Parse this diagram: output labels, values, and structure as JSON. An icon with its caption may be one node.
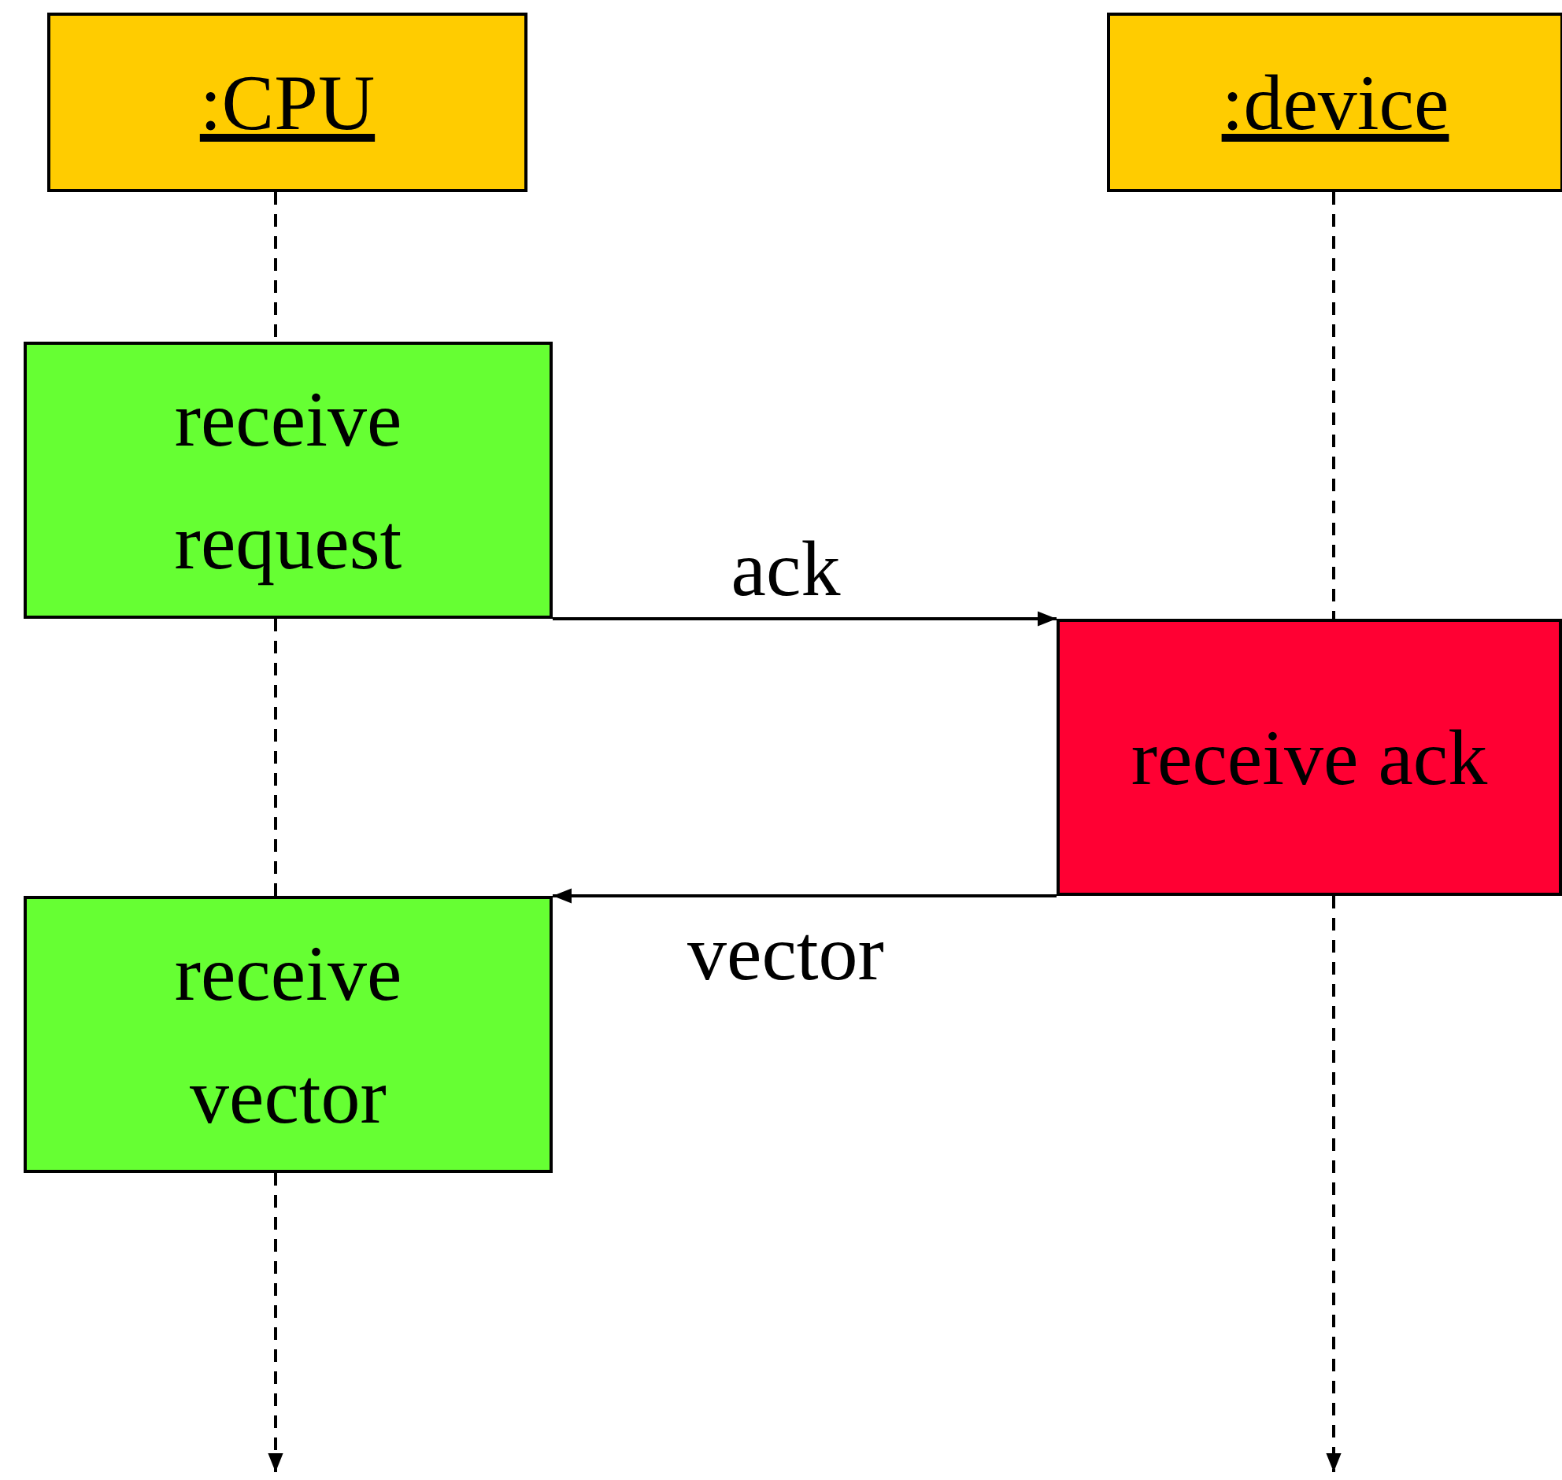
{
  "diagram": {
    "nodes": [
      {
        "text": [
          ":CPU"
        ]
      },
      {
        "text": [
          ":device"
        ]
      },
      {
        "text": [
          "receive request"
        ]
      },
      {
        "text": [
          "receive ack"
        ]
      },
      {
        "text": [
          "receive vector"
        ]
      }
    ],
    "edges": [
      {
        "from": 0,
        "to": 2,
        "arrow": "none",
        "style": "dashed"
      },
      {
        "from": 2,
        "to": 4,
        "arrow": "none",
        "style": "dashed"
      },
      {
        "from": 4,
        "to": null,
        "arrow": "to",
        "style": "dashed"
      },
      {
        "from": 1,
        "to": 3,
        "arrow": "none",
        "style": "dashed"
      },
      {
        "from": 3,
        "to": null,
        "arrow": "to",
        "style": "dashed"
      },
      {
        "from": 2,
        "to": 3,
        "label": "ack",
        "arrow": "to"
      },
      {
        "from": 3,
        "to": 4,
        "label": "vector",
        "arrow": "to"
      }
    ]
  }
}
